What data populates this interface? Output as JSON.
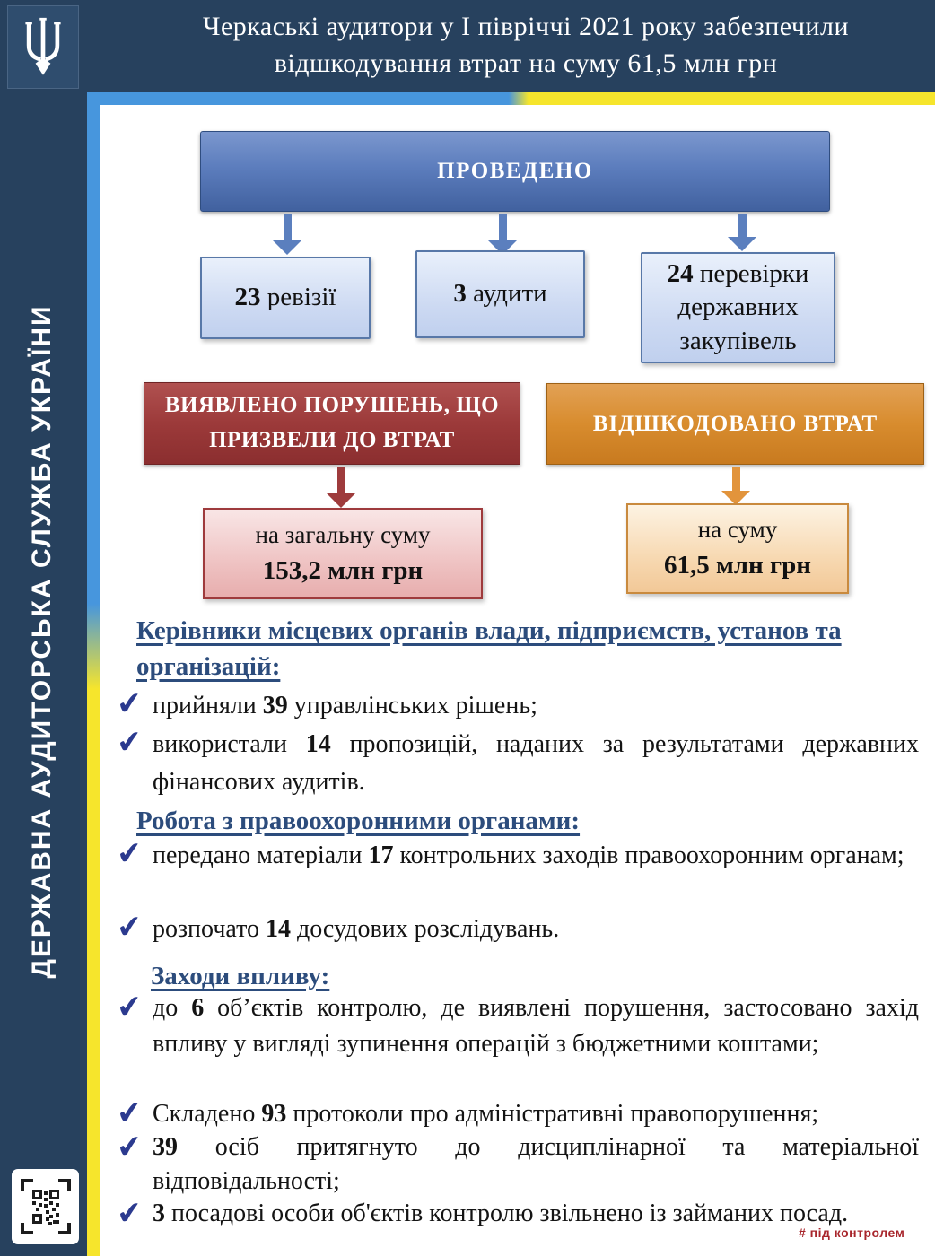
{
  "header": {
    "title_line1": "Черкаські аудитори у І півріччі 2021 року забезпечили",
    "title_line2": "відшкодування втрат на суму 61,5 млн грн"
  },
  "sidebar": {
    "org_name": "ДЕРЖАВНА АУДИТОРСЬКА СЛУЖБА УКРАЇНИ"
  },
  "icons": {
    "trident_icon": "ukrainian-trident-emblem",
    "qr_icon": "qr-code"
  },
  "colors": {
    "navy": "#27415e",
    "sky_blue_stripe": "#4796dd",
    "yellow_stripe": "#f6e52c",
    "flow_blue": "#5c7dbd",
    "stat_box_blue": "#ccd9f2",
    "violations_red": "#9c3a3a",
    "reimbursed_orange": "#d88c2e",
    "heading_blue": "#2c4c7c",
    "check_blue": "#2b3a8f",
    "hashtag_red": "#a8262c"
  },
  "flowchart": {
    "conducted_label": "ПРОВЕДЕНО",
    "conducted_items": [
      {
        "number": "23",
        "label": " ревізії"
      },
      {
        "number": "3",
        "label": " аудити"
      },
      {
        "number": "24",
        "label": " перевірки державних закупівель"
      }
    ],
    "violations_header": "ВИЯВЛЕНО ПОРУШЕНЬ, ЩО ПРИЗВЕЛИ ДО ВТРАТ",
    "violations_sum_prefix": "на загальну суму",
    "violations_sum": "153,2 млн грн",
    "reimbursed_header": "ВІДШКОДОВАНО ВТРАТ",
    "reimbursed_sum_prefix": "на суму",
    "reimbursed_sum": "61,5 млн грн"
  },
  "sections": [
    {
      "heading": "Керівники місцевих органів влади, підприємств, установ та організацій:",
      "items": [
        {
          "pre": "прийняли ",
          "num": "39",
          "post": " управлінських рішень;"
        },
        {
          "pre": "використали ",
          "num": "14",
          "post": " пропозицій, наданих за результатами державних фінансових аудитів."
        }
      ]
    },
    {
      "heading": "Робота з правоохоронними органами:",
      "items": [
        {
          "pre": "передано матеріали ",
          "num": "17",
          "post": " контрольних заходів правоохоронним органам;"
        },
        {
          "pre": "розпочато ",
          "num": "14",
          "post": " досудових розслідувань."
        }
      ]
    },
    {
      "heading": "Заходи впливу:",
      "items": [
        {
          "pre": "до ",
          "num": "6",
          "post": " об’єктів контролю, де виявлені порушення, застосовано захід впливу у вигляді зупинення операцій з бюджетними коштами;"
        },
        {
          "pre": "Складено ",
          "num": "93",
          "post": " протоколи про адміністративні правопорушення;"
        },
        {
          "pre": "",
          "num": "39",
          "post": " осіб притягнуто до дисциплінарної та матеріальної відповідальності;"
        },
        {
          "pre": "",
          "num": "3",
          "post": " посадові особи об'єктів контролю звільнено із займаних посад."
        }
      ]
    }
  ],
  "footer": {
    "hashtag": "# під контролем"
  }
}
